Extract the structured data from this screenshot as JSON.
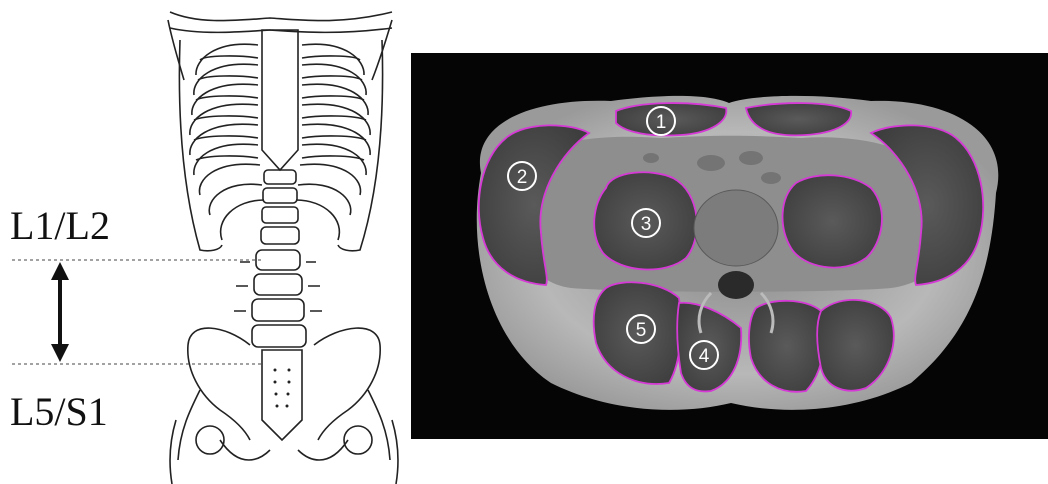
{
  "spine_levels": {
    "upper": "L1/L2",
    "lower": "L5/S1"
  },
  "muscle_labels": [
    "①",
    "②",
    "③",
    "④",
    "⑤"
  ],
  "colors": {
    "outline": "#d63ad6",
    "mri_background": "#050505",
    "label_circle": "#ffffff"
  }
}
